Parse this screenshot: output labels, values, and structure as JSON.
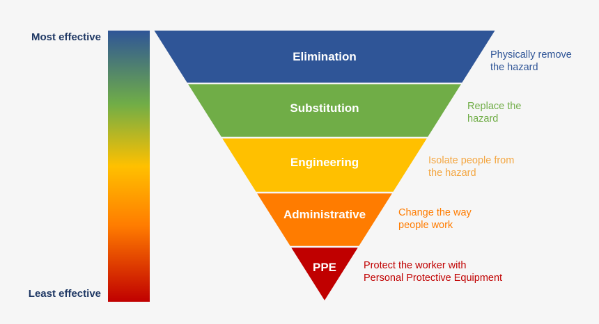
{
  "scale": {
    "top_label": "Most effective",
    "bottom_label": "Least effective"
  },
  "tiers": [
    {
      "label": "Elimination",
      "description": [
        "Physically remove",
        "the hazard"
      ],
      "color": "#2f5597"
    },
    {
      "label": "Substitution",
      "description": [
        "Replace the",
        "hazard"
      ],
      "color": "#70ad47"
    },
    {
      "label": "Engineering",
      "description": [
        "Isolate people from",
        "the hazard"
      ],
      "color": "#ffc000"
    },
    {
      "label": "Administrative",
      "description": [
        "Change the way",
        "people work"
      ],
      "color": "#ff7c00"
    },
    {
      "label": "PPE",
      "description": [
        "Protect the worker with",
        "Personal Protective Equipment"
      ],
      "color": "#c00000"
    }
  ],
  "description_colors": [
    "#2f5597",
    "#70ad47",
    "#f4a640",
    "#ff7c00",
    "#c00000"
  ],
  "gradient_colors": [
    "#2f5597",
    "#70ad47",
    "#ffc000",
    "#ff7c00",
    "#c00000"
  ]
}
